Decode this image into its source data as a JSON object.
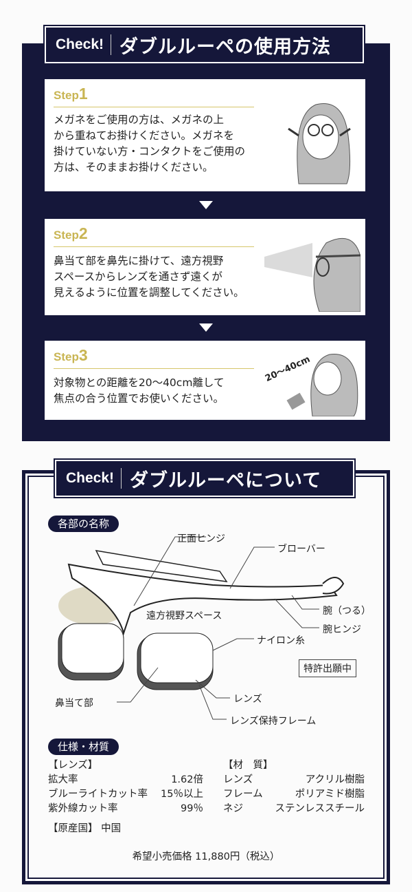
{
  "section1": {
    "check": "Check!",
    "title": "ダブルルーペの使用方法",
    "steps": [
      {
        "label": "Step",
        "num": "1",
        "lines": [
          "メガネをご使用の方は、メガネの上",
          "から重ねてお掛けください。メガネを",
          "掛けていない方・コンタクトをご使用の",
          "方は、そのままお掛けください。"
        ]
      },
      {
        "label": "Step",
        "num": "2",
        "lines": [
          "鼻当て部を鼻先に掛けて、遠方視野",
          "スペースからレンズを通さず遠くが",
          "見えるように位置を調整してください。"
        ]
      },
      {
        "label": "Step",
        "num": "3",
        "lines": [
          "対象物との距離を20〜40cm離して",
          "焦点の合う位置でお使いください。"
        ],
        "distance": "20〜40cm"
      }
    ]
  },
  "section2": {
    "check": "Check!",
    "title": "ダブルルーペについて",
    "parts_heading": "各部の名称",
    "parts": {
      "front_hinge": "正面ヒンジ",
      "browbar": "ブローバー",
      "temple": "腕（つる）",
      "temple_hinge": "腕ヒンジ",
      "far_view": "遠方視野スペース",
      "nylon": "ナイロン糸",
      "patent": "特許出願中",
      "nose": "鼻当て部",
      "lens": "レンズ",
      "lens_frame": "レンズ保持フレーム"
    },
    "spec_heading": "仕様・材質",
    "lens_heading": "【レンズ】",
    "lens_specs": [
      {
        "k": "拡大率",
        "v": "1.62倍"
      },
      {
        "k": "ブルーライトカット率",
        "v": "15％以上"
      },
      {
        "k": "紫外線カット率",
        "v": "99％"
      }
    ],
    "material_heading": "【材　質】",
    "materials": [
      {
        "k": "レンズ",
        "v": "アクリル樹脂"
      },
      {
        "k": "フレーム",
        "v": "ポリアミド樹脂"
      },
      {
        "k": "ネジ",
        "v": "ステンレススチール"
      }
    ],
    "origin_label": "【原産国】",
    "origin": "中国",
    "price": "希望小売価格 11,880円（税込）"
  }
}
